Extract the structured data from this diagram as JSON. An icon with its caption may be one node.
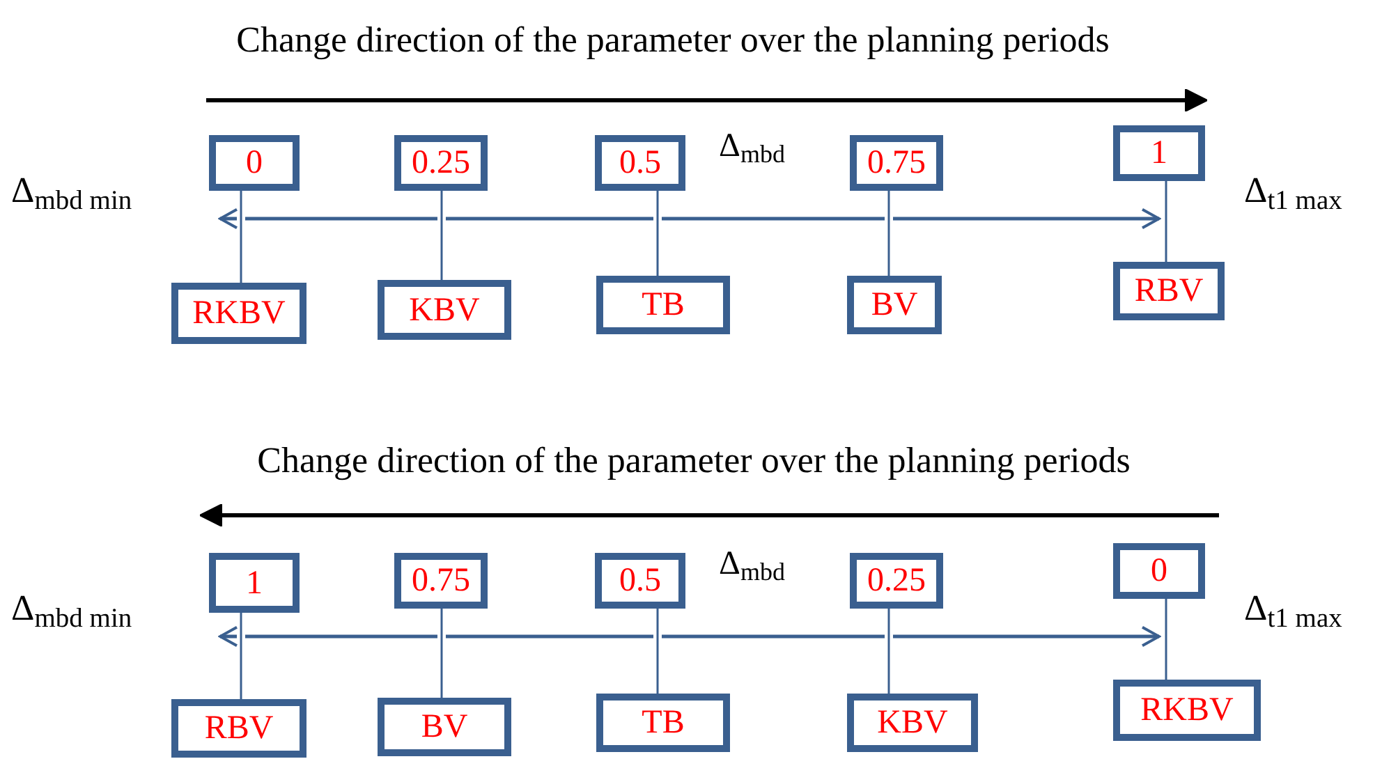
{
  "diagram": {
    "nodes": [
      {
        "text": [
          "0"
        ]
      },
      {
        "text": [
          "0.25"
        ]
      },
      {
        "text": [
          "0.5"
        ]
      },
      {
        "text": [
          "0.75"
        ]
      },
      {
        "text": [
          "1"
        ]
      },
      {
        "text": [
          "RKBV"
        ]
      },
      {
        "text": [
          "KBV"
        ]
      },
      {
        "text": [
          "TB"
        ]
      },
      {
        "text": [
          "BV"
        ]
      },
      {
        "text": [
          "RBV"
        ]
      },
      {
        "text": [
          "1"
        ]
      },
      {
        "text": [
          "0.75"
        ]
      },
      {
        "text": [
          "0.5"
        ]
      },
      {
        "text": [
          "0.25"
        ]
      },
      {
        "text": [
          "0"
        ]
      },
      {
        "text": [
          "RBV"
        ]
      },
      {
        "text": [
          "BV"
        ]
      },
      {
        "text": [
          "TB"
        ]
      },
      {
        "text": [
          "KBV"
        ]
      },
      {
        "text": [
          "RKBV"
        ]
      }
    ],
    "edges": [
      {
        "from": 0,
        "to": 5,
        "arrow": "none"
      },
      {
        "from": 1,
        "to": 6,
        "arrow": "none"
      },
      {
        "from": 2,
        "to": 7,
        "arrow": "none"
      },
      {
        "from": 3,
        "to": 8,
        "arrow": "none"
      },
      {
        "from": 4,
        "to": 9,
        "arrow": "none"
      },
      {
        "from": 10,
        "to": 15,
        "arrow": "none"
      },
      {
        "from": 11,
        "to": 16,
        "arrow": "none"
      },
      {
        "from": 12,
        "to": 17,
        "arrow": "none"
      },
      {
        "from": 13,
        "to": 18,
        "arrow": "none"
      },
      {
        "from": 14,
        "to": 19,
        "arrow": "none"
      }
    ],
    "labels": [
      "Change direction of the parameter over the planning periods",
      "Δ$_{mbd}$",
      "Δ$_{mbd min}$",
      "Δ$_{t1 max}$",
      "Change direction of the parameter over the planning periods",
      "Δ$_{mbd}$",
      "Δ$_{mbd min}$",
      "Δ$_{t1 max}$"
    ]
  }
}
